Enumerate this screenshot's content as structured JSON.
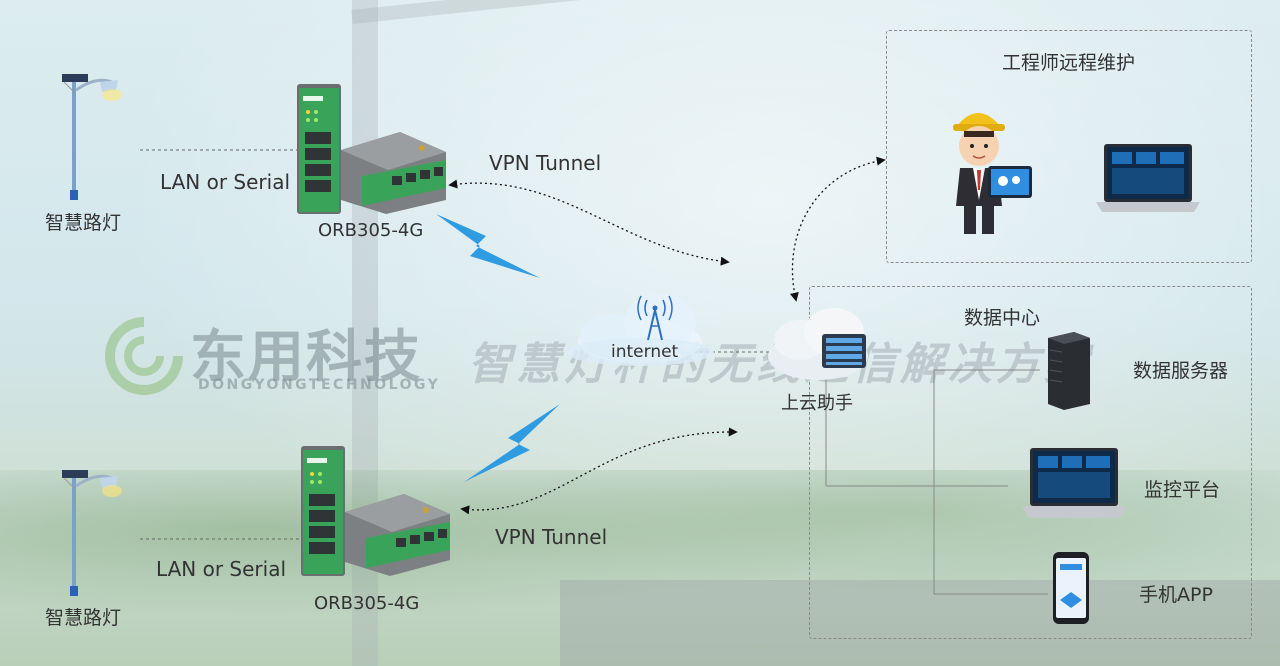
{
  "watermark": {
    "logo_text": "东用科技",
    "logo_sub": "DONGYONGTECHNOLOGY",
    "slogan": "智慧灯杆的无线通信解决方案"
  },
  "top_branch": {
    "device_label": "智慧路灯",
    "link_label": "LAN or Serial",
    "router_label": "ORB305-4G",
    "tunnel_label": "VPN Tunnel"
  },
  "bottom_branch": {
    "device_label": "智慧路灯",
    "link_label": "LAN or Serial",
    "router_label": "ORB305-4G",
    "tunnel_label": "VPN Tunnel"
  },
  "network": {
    "internet_label": "internet",
    "cloud_label": "上云助手"
  },
  "engineer_box": {
    "title": "工程师远程维护"
  },
  "datacenter_box": {
    "title": "数据中心",
    "items": [
      {
        "label": "数据服务器"
      },
      {
        "label": "监控平台"
      },
      {
        "label": "手机APP"
      }
    ]
  },
  "colors": {
    "router_green": "#3aa35a",
    "router_body": "#6a6e70",
    "lightning": "#2f9be0",
    "helmet": "#f2c21a",
    "screen": "#0e2a4a"
  }
}
